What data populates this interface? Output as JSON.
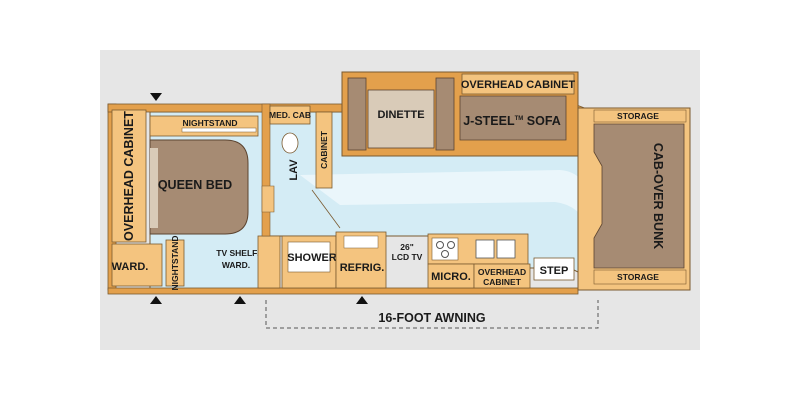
{
  "floorplan": {
    "labels": {
      "overhead_cabinet_rear": "OVERHEAD CABINET",
      "nightstand_top": "NIGHTSTAND",
      "queen_bed": "QUEEN BED",
      "med_cab": "MED. CAB",
      "lav": "LAV",
      "cabinet": "CABINET",
      "ward": "WARD.",
      "nightstand_side": "NIGHTSTAND",
      "tv_shelf": "TV SHELF/",
      "tv_ward": "WARD.",
      "shower": "SHOWER",
      "refrig": "REFRIG.",
      "lcd_tv_size": "26\"",
      "lcd_tv": "LCD TV",
      "micro": "MICRO.",
      "overhead_cabinet_galley_1": "OVERHEAD",
      "overhead_cabinet_galley_2": "CABINET",
      "step": "STEP",
      "dinette": "DINETTE",
      "overhead_cabinet_top": "OVERHEAD CABINET",
      "sofa_prefix": "J-STEEL",
      "sofa_tm": "TM",
      "sofa_suffix": " SOFA",
      "storage_top": "STORAGE",
      "storage_bottom": "STORAGE",
      "cab_over_bunk": "CAB-OVER BUNK",
      "awning": "16-FOOT AWNING"
    },
    "colors": {
      "panel_bg": "#e6e6e6",
      "floor": "#d4ecf5",
      "floor_light": "#eaf6fb",
      "wall": "#e3a04c",
      "cabinet": "#f4c47f",
      "furniture_brown": "#a68b73",
      "furniture_light": "#d9cbb8",
      "outline": "#7a5a30",
      "white": "#ffffff"
    },
    "icons": [
      "door-arrow-icon",
      "sink-icon",
      "stove-burner-icon",
      "toilet-icon"
    ]
  }
}
